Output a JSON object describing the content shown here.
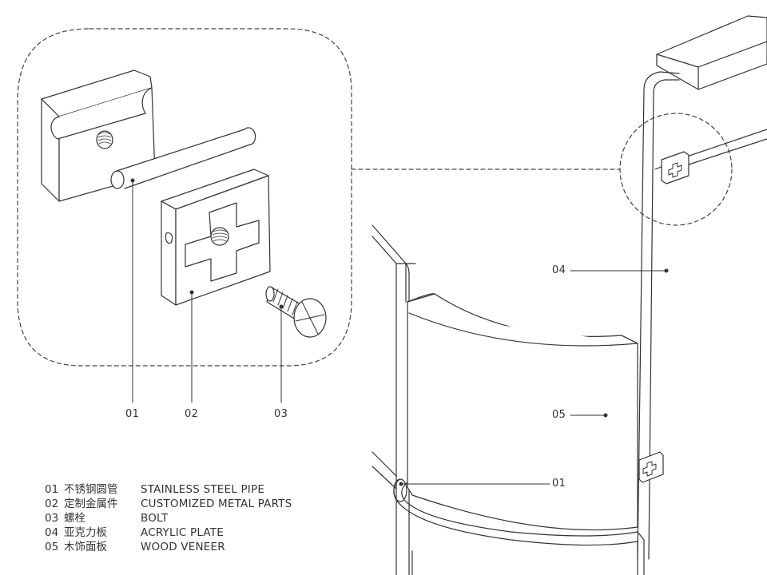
{
  "callouts": {
    "detail_01": "01",
    "detail_02": "02",
    "detail_03": "03",
    "main_04": "04",
    "main_05": "05",
    "main_01": "01"
  },
  "legend": [
    {
      "num": "01",
      "zh": "不锈钢圆管",
      "en": "STAINLESS STEEL PIPE"
    },
    {
      "num": "02",
      "zh": "定制金属件",
      "en": "CUSTOMIZED METAL PARTS"
    },
    {
      "num": "03",
      "zh": "螺栓",
      "en": "BOLT"
    },
    {
      "num": "04",
      "zh": "亚克力板",
      "en": "ACRYLIC PLATE"
    },
    {
      "num": "05",
      "zh": "木饰面板",
      "en": "WOOD VENEER"
    }
  ]
}
